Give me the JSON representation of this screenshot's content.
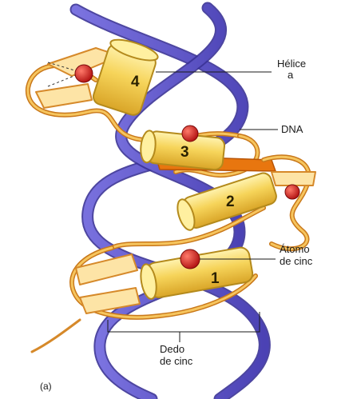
{
  "figure": {
    "panel_label": "(a)",
    "finger_numbers": [
      "4",
      "3",
      "2",
      "1"
    ],
    "labels": {
      "helix_line1": "Hélice",
      "helix_line2": "a",
      "dna": "DNA",
      "atom_line1": "Átomo",
      "atom_line2": "de cinc",
      "finger_line1": "Dedo",
      "finger_line2": "de cinc"
    }
  },
  "colors": {
    "dna_strand": "#5f56c8",
    "dna_strand_edge": "#3a3296",
    "helix_cylinder": "#f6d45a",
    "helix_cylinder_edge": "#b48a1c",
    "ribbon": "#f0a637",
    "zinc_atom": "#d8201b",
    "background": "#ffffff"
  }
}
